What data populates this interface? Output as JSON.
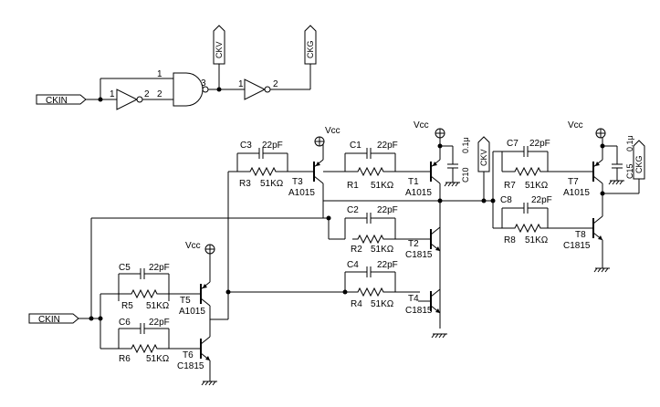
{
  "ports": {
    "ckin_top": "CKIN",
    "ckin_bottom": "CKIN",
    "ckv_top": "CKV",
    "ckg_top": "CKG",
    "ckv_mid": "CKV",
    "ckg_right": "CKG"
  },
  "gate_pins": {
    "inv1_in": "1",
    "inv1_out": "2",
    "nand_in_a": "1",
    "nand_in_b": "2",
    "nand_out": "3",
    "inv2_in": "1",
    "inv2_out": "2"
  },
  "supply": {
    "vcc": "Vcc"
  },
  "transistors": {
    "T1": {
      "ref": "T1",
      "part": "A1015"
    },
    "T2": {
      "ref": "T2",
      "part": "C1815"
    },
    "T3": {
      "ref": "T3",
      "part": "A1015"
    },
    "T4": {
      "ref": "T4",
      "part": "C1815"
    },
    "T5": {
      "ref": "T5",
      "part": "A1015"
    },
    "T6": {
      "ref": "T6",
      "part": "C1815"
    },
    "T7": {
      "ref": "T7",
      "part": "A1015"
    },
    "T8": {
      "ref": "T8",
      "part": "C1815"
    }
  },
  "resistors": {
    "R1": {
      "ref": "R1",
      "value": "51KΩ"
    },
    "R2": {
      "ref": "R2",
      "value": "51KΩ"
    },
    "R3": {
      "ref": "R3",
      "value": "51KΩ"
    },
    "R4": {
      "ref": "R4",
      "value": "51KΩ"
    },
    "R5": {
      "ref": "R5",
      "value": "51KΩ"
    },
    "R6": {
      "ref": "R6",
      "value": "51KΩ"
    },
    "R7": {
      "ref": "R7",
      "value": "51KΩ"
    },
    "R8": {
      "ref": "R8",
      "value": "51KΩ"
    }
  },
  "capacitors": {
    "C1": {
      "ref": "C1",
      "value": "22pF"
    },
    "C2": {
      "ref": "C2",
      "value": "22pF"
    },
    "C3": {
      "ref": "C3",
      "value": "22pF"
    },
    "C4": {
      "ref": "C4",
      "value": "22pF"
    },
    "C5": {
      "ref": "C5",
      "value": "22pF"
    },
    "C6": {
      "ref": "C6",
      "value": "22pF"
    },
    "C7": {
      "ref": "C7",
      "value": "22pF"
    },
    "C8": {
      "ref": "C8",
      "value": "22pF"
    },
    "C10": {
      "ref": "C10",
      "value": "0.1μ"
    },
    "C15": {
      "ref": "C15",
      "value": "0.1μ"
    }
  }
}
